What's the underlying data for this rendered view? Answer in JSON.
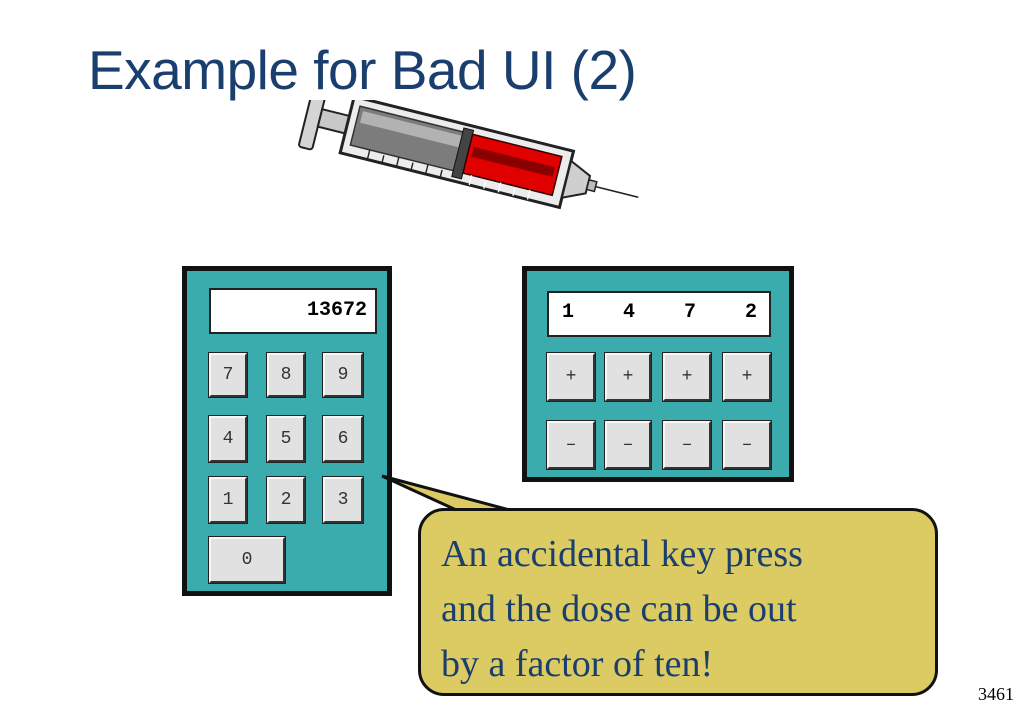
{
  "slide": {
    "title": "Example for Bad UI (2)",
    "number": "3461"
  },
  "keypad_entry": {
    "display_value": "13672",
    "rows": [
      [
        "7",
        "8",
        "9"
      ],
      [
        "4",
        "5",
        "6"
      ],
      [
        "1",
        "2",
        "3"
      ],
      [
        "0"
      ]
    ]
  },
  "digit_entry": {
    "digits": [
      "1",
      "4",
      "7",
      "2"
    ],
    "plus_label": "+",
    "minus_label": "–"
  },
  "callout": {
    "lines": [
      "An accidental key press",
      "and the dose can be out",
      "by a factor of ten!"
    ]
  },
  "colors": {
    "title": "#1a3f6e",
    "panel": "#3aacae",
    "callout_fill": "#dccb62",
    "callout_text": "#1a3f6e",
    "syringe_fluid": "#e00000"
  },
  "icons": {
    "illustration": "syringe-icon"
  }
}
